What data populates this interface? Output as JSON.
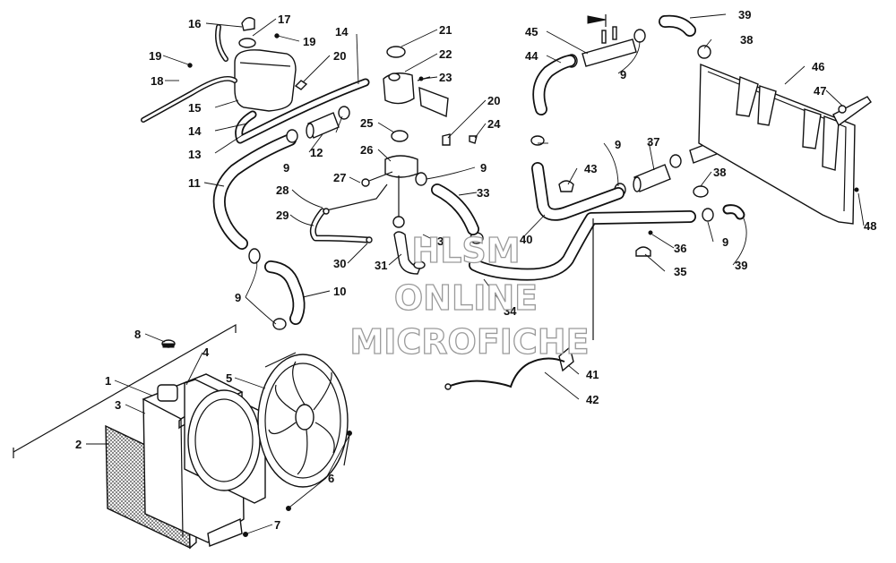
{
  "watermark": {
    "line1": "HLSM",
    "line2": "ONLINE",
    "line3": "MICROFICHE"
  },
  "callouts": [
    {
      "id": "c1",
      "label": "1"
    },
    {
      "id": "c2",
      "label": "2"
    },
    {
      "id": "c3",
      "label": "3"
    },
    {
      "id": "c4",
      "label": "4"
    },
    {
      "id": "c5",
      "label": "5"
    },
    {
      "id": "c6",
      "label": "6"
    },
    {
      "id": "c7",
      "label": "7"
    },
    {
      "id": "c8",
      "label": "8"
    },
    {
      "id": "c9a",
      "label": "9"
    },
    {
      "id": "c9b",
      "label": "9"
    },
    {
      "id": "c9c",
      "label": "9"
    },
    {
      "id": "c9d",
      "label": "9"
    },
    {
      "id": "c9e",
      "label": "9"
    },
    {
      "id": "c9f",
      "label": "9"
    },
    {
      "id": "c10",
      "label": "10"
    },
    {
      "id": "c11",
      "label": "11"
    },
    {
      "id": "c12",
      "label": "12"
    },
    {
      "id": "c13",
      "label": "13"
    },
    {
      "id": "c14a",
      "label": "14"
    },
    {
      "id": "c14b",
      "label": "14"
    },
    {
      "id": "c15",
      "label": "15"
    },
    {
      "id": "c16",
      "label": "16"
    },
    {
      "id": "c17",
      "label": "17"
    },
    {
      "id": "c18",
      "label": "18"
    },
    {
      "id": "c19a",
      "label": "19"
    },
    {
      "id": "c19b",
      "label": "19"
    },
    {
      "id": "c20a",
      "label": "20"
    },
    {
      "id": "c20b",
      "label": "20"
    },
    {
      "id": "c21",
      "label": "21"
    },
    {
      "id": "c22",
      "label": "22"
    },
    {
      "id": "c23",
      "label": "23"
    },
    {
      "id": "c24",
      "label": "24"
    },
    {
      "id": "c25",
      "label": "25"
    },
    {
      "id": "c26",
      "label": "26"
    },
    {
      "id": "c27",
      "label": "27"
    },
    {
      "id": "c28",
      "label": "28"
    },
    {
      "id": "c29",
      "label": "29"
    },
    {
      "id": "c30",
      "label": "30"
    },
    {
      "id": "c31",
      "label": "31"
    },
    {
      "id": "c32",
      "label": "32"
    },
    {
      "id": "c33",
      "label": "33"
    },
    {
      "id": "c34",
      "label": "34"
    },
    {
      "id": "c35",
      "label": "35"
    },
    {
      "id": "c36",
      "label": "36"
    },
    {
      "id": "c37",
      "label": "37"
    },
    {
      "id": "c38a",
      "label": "38"
    },
    {
      "id": "c38b",
      "label": "38"
    },
    {
      "id": "c39a",
      "label": "39"
    },
    {
      "id": "c39b",
      "label": "39"
    },
    {
      "id": "c40",
      "label": "40"
    },
    {
      "id": "c41",
      "label": "41"
    },
    {
      "id": "c42",
      "label": "42"
    },
    {
      "id": "c43",
      "label": "43"
    },
    {
      "id": "c44",
      "label": "44"
    },
    {
      "id": "c45",
      "label": "45"
    },
    {
      "id": "c46",
      "label": "46"
    },
    {
      "id": "c47",
      "label": "47"
    },
    {
      "id": "c48",
      "label": "48"
    }
  ]
}
